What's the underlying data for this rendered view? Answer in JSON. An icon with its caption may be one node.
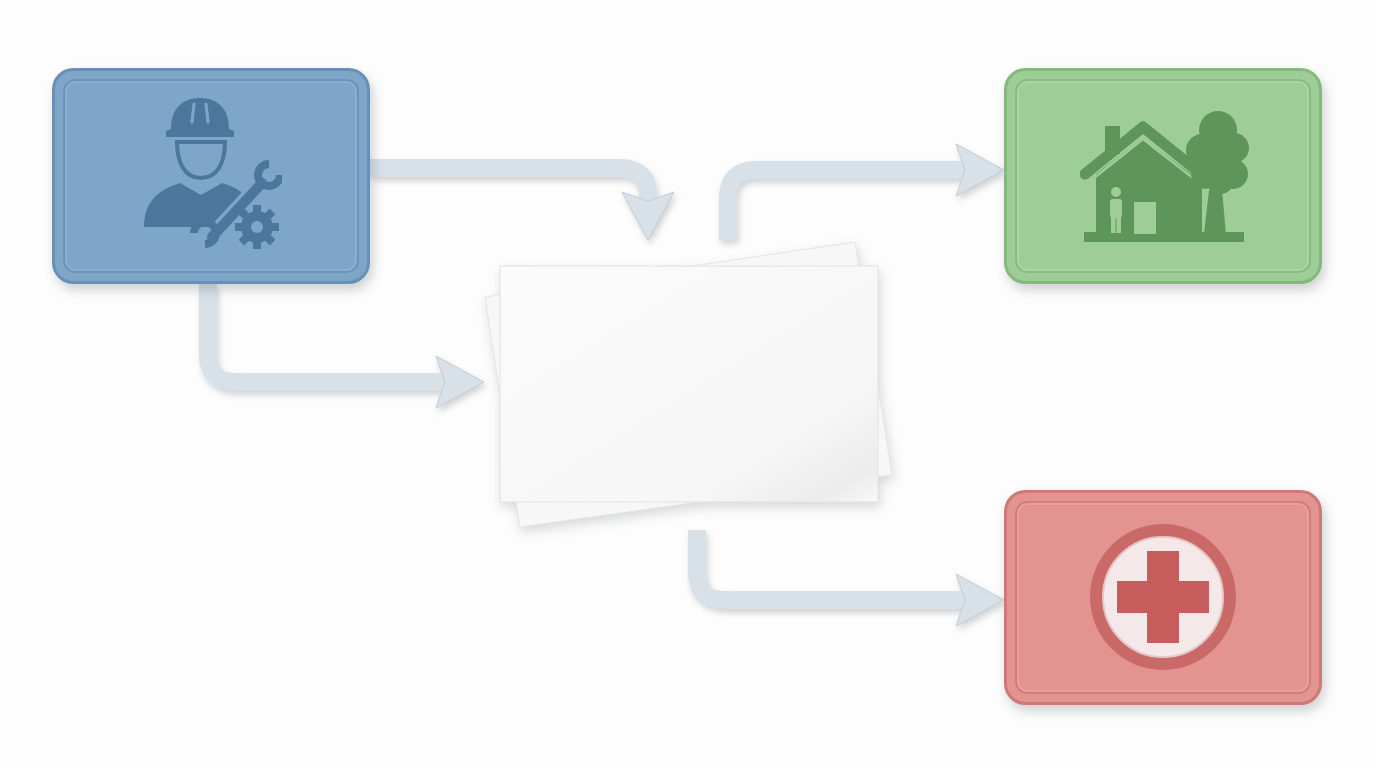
{
  "diagram": {
    "nodes": [
      {
        "text": [],
        "shape": "box"
      },
      {
        "text": [],
        "shape": "box"
      },
      {
        "text": [],
        "shape": "box"
      },
      {
        "text": [],
        "shape": "box"
      }
    ],
    "edges": [
      {
        "from": 0,
        "to": 1,
        "arrow": "to"
      },
      {
        "from": 0,
        "to": 1,
        "arrow": "to"
      },
      {
        "from": 1,
        "to": 2,
        "arrow": "to"
      },
      {
        "from": 1,
        "to": 3,
        "arrow": "to"
      }
    ]
  }
}
